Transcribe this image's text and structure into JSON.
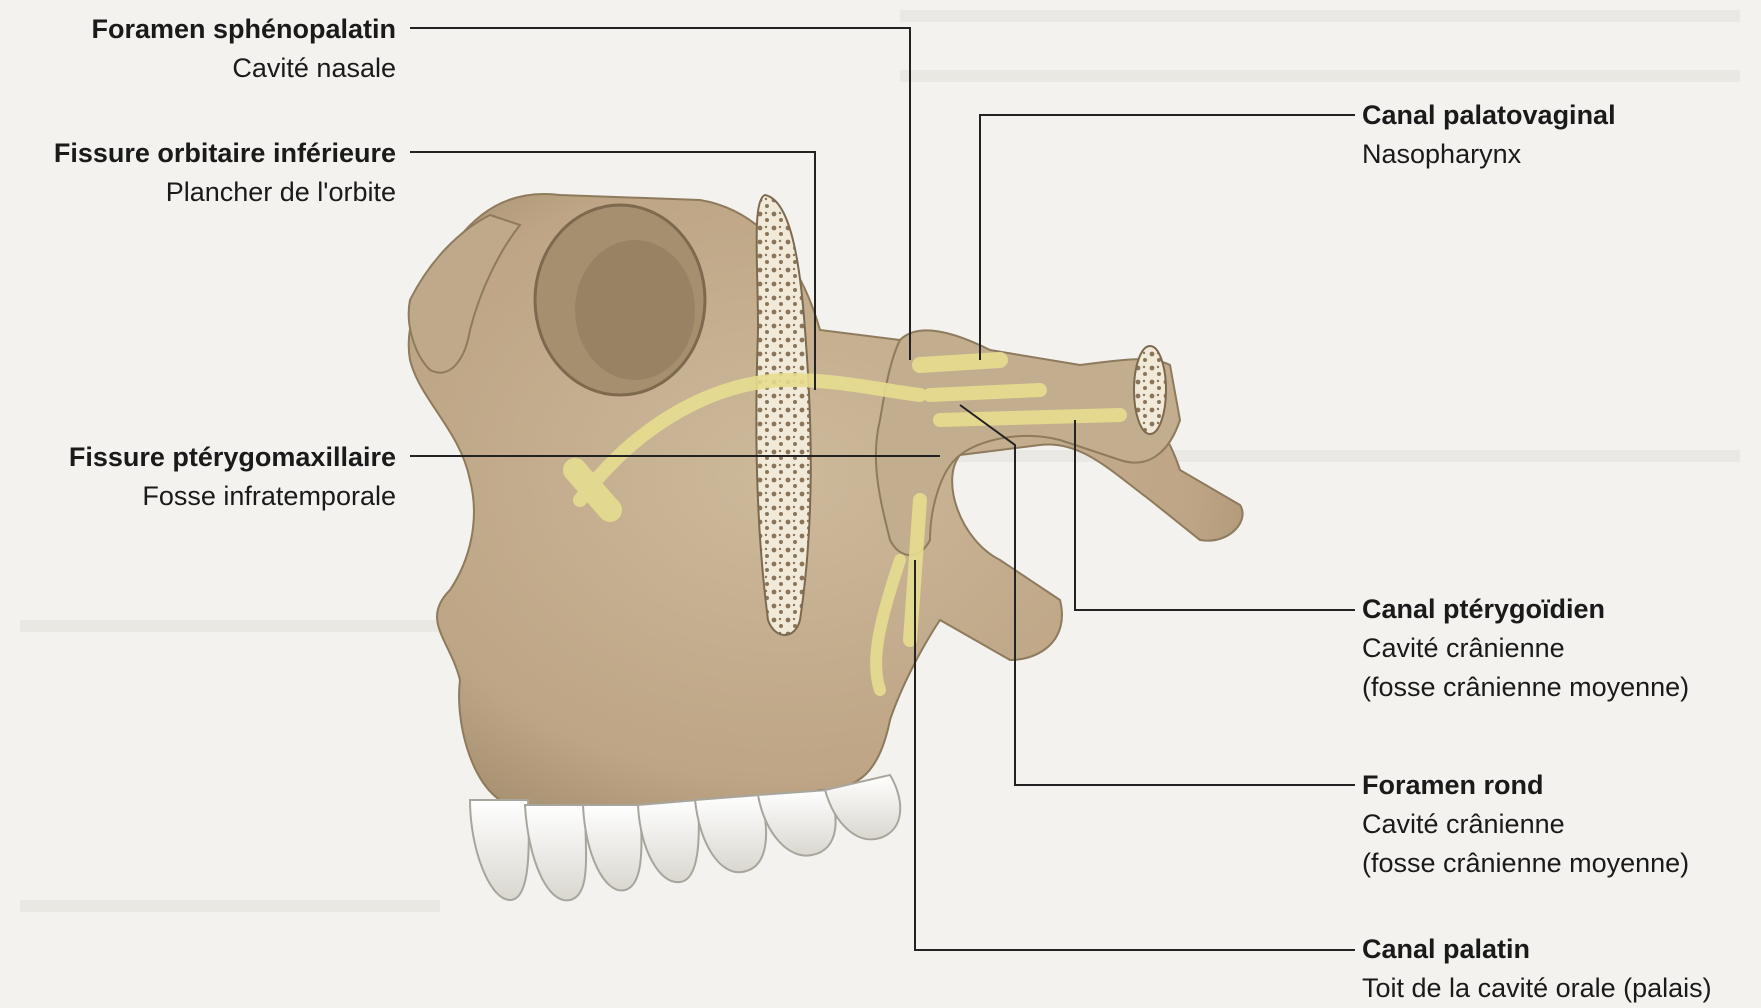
{
  "labels": {
    "foramen_sphenopalatin": {
      "title": "Foramen sphénopalatin",
      "sub": "Cavité nasale"
    },
    "fissure_orbitaire": {
      "title": "Fissure orbitaire inférieure",
      "sub": "Plancher de l'orbite"
    },
    "fissure_pterygo": {
      "title": "Fissure ptérygomaxillaire",
      "sub": "Fosse infratemporale"
    },
    "canal_palatovaginal": {
      "title": "Canal palatovaginal",
      "sub": "Nasopharynx"
    },
    "canal_pterygoidien": {
      "title": "Canal ptérygoïdien",
      "sub": "Cavité crânienne",
      "sub2": "(fosse crânienne moyenne)"
    },
    "foramen_rond": {
      "title": "Foramen rond",
      "sub": "Cavité crânienne",
      "sub2": "(fosse crânienne moyenne)"
    },
    "canal_palatin": {
      "title": "Canal palatin",
      "sub": "Toit de la cavité orale (palais)"
    }
  },
  "colors": {
    "background": "#f3f2ef",
    "bone": "#c9b596",
    "bone_shadow": "#a48f70",
    "nerve": "#e7dd8f",
    "leader_line": "#222222",
    "tooth": "#ecebe4"
  }
}
